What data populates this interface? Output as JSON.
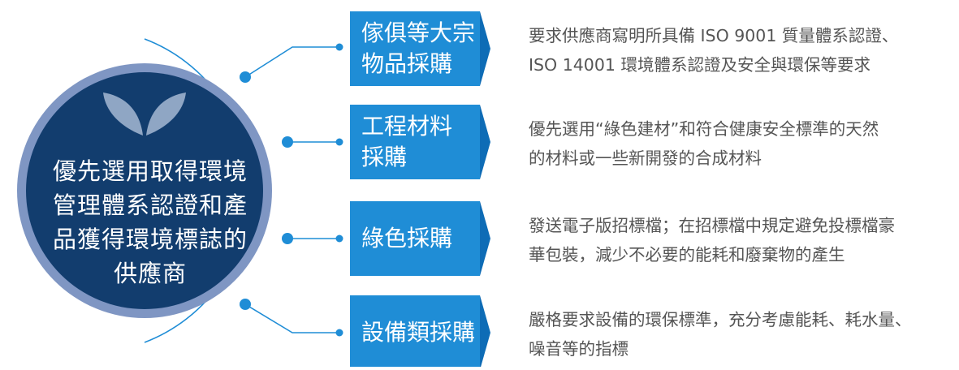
{
  "center_text": "優先選用取得環境\n管理體系認證和產\n品獲得環境標誌的\n供應商",
  "colors": {
    "circle_fill": "#123d6e",
    "circle_ring": "#7f96c3",
    "label_fill": "#1f8dd6",
    "label_arrow": "#0e6cb6",
    "connector": "#1f8dd6",
    "leaf": "#8fa6c4",
    "description_text": "#555555"
  },
  "icons": {
    "center": "leaves-icon"
  },
  "items": [
    {
      "label": "傢俱等大宗\n物品採購",
      "description": "要求供應商寫明所具備 ISO 9001 質量體系認證、\nISO 14001 環境體系認證及安全與環保等要求"
    },
    {
      "label": "工程材料\n採購",
      "description": "優先選用“綠色建材”和符合健康安全標準的天然\n的材料或一些新開發的合成材料"
    },
    {
      "label": "綠色採購",
      "description": "發送電子版招標檔；在招標檔中規定避免投標檔豪\n華包裝，減少不必要的能耗和廢棄物的產生"
    },
    {
      "label": "設備類採購",
      "description": "嚴格要求設備的環保標準，充分考慮能耗、耗水量、\n噪音等的指標"
    }
  ]
}
